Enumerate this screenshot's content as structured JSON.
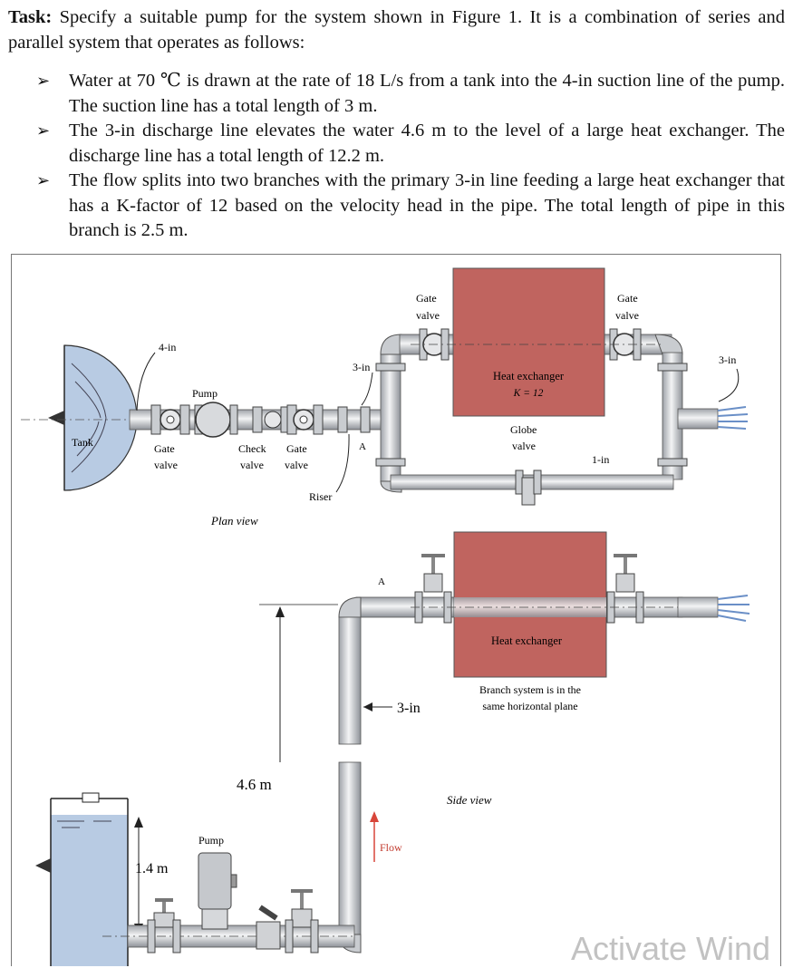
{
  "task": {
    "label": "Task:",
    "intro": " Specify a suitable pump for the system shown in Figure 1. It is a combination of series and parallel system that operates as follows:",
    "bullets": [
      "Water at 70 ℃ is drawn at the rate of 18 L/s from a tank into the 4-in suction line of the pump. The suction line has a total length of 3 m.",
      "The 3-in discharge line elevates the water 4.6 m to the level of a large heat exchanger. The discharge line has a total length of 12.2 m.",
      "The flow splits into two branches with the primary 3-in line feeding a large heat exchanger that has a K-factor of 12 based on the velocity head in the pipe. The total length of pipe in this branch is 2.5 m."
    ]
  },
  "figure": {
    "plan": {
      "tank": "Tank",
      "four_in": "4-in",
      "pump": "Pump",
      "gate_valve_1": "Gate",
      "gate_valve_1b": "valve",
      "check_valve_1": "Check",
      "check_valve_1b": "valve",
      "gate_valve_2": "Gate",
      "gate_valve_2b": "valve",
      "three_in": "3-in",
      "point_a": "A",
      "riser": "Riser",
      "gate_top_1": "Gate",
      "gate_top_1b": "valve",
      "gate_top_2": "Gate",
      "gate_top_2b": "valve",
      "heat_exchanger": "Heat exchanger",
      "k_value": "K = 12",
      "globe": "Globe",
      "globe_b": "valve",
      "one_in": "1-in",
      "three_in_right": "3-in",
      "caption": "Plan view"
    },
    "side": {
      "point_a": "A",
      "heat_exchanger": "Heat exchanger",
      "branch_note_1": "Branch system is in the",
      "branch_note_2": "same horizontal plane",
      "three_in": "3-in",
      "height_total": "4.6 m",
      "caption": "Side view",
      "pump": "Pump",
      "water_level": "1.4 m",
      "flow": "Flow"
    }
  },
  "watermark": "Activate Wind",
  "colors": {
    "heat_exchanger": "#c0645f",
    "water": "#b8cbe3",
    "pipe": "#d4d6da",
    "flow_arrow": "#d8463a"
  }
}
